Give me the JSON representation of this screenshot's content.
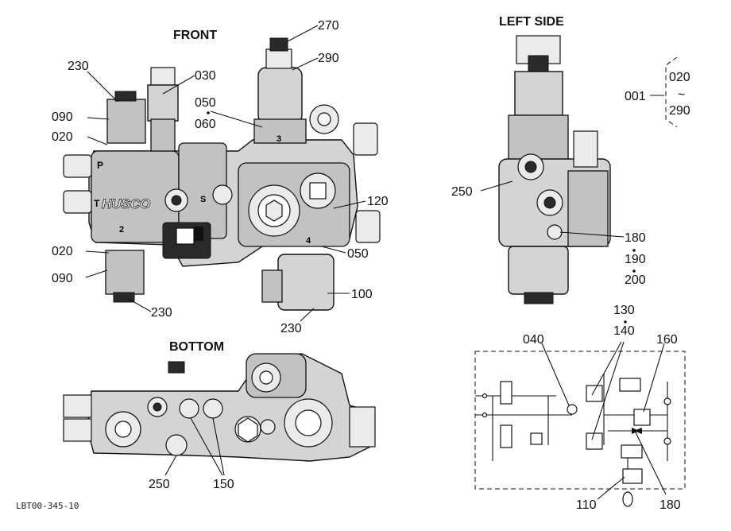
{
  "views": {
    "front": "FRONT",
    "left_side": "LEFT SIDE",
    "bottom": "BOTTOM"
  },
  "callouts": {
    "front": {
      "c230_top": "230",
      "c030": "030",
      "c090_top": "090",
      "c020_top": "020",
      "c050_a": "050",
      "c060": "060",
      "c270": "270",
      "c290": "290",
      "c120": "120",
      "c020_bot": "020",
      "c050_b": "050",
      "c090_bot": "090",
      "c230_left": "230",
      "c100": "100",
      "c230_bot": "230"
    },
    "left_side": {
      "c250": "250",
      "c180": "180",
      "c190": "190",
      "c200": "200",
      "c001": "001",
      "range_from": "020",
      "range_sep": "~",
      "range_to": "290"
    },
    "bottom": {
      "c250": "250",
      "c150": "150"
    },
    "schematic": {
      "c040": "040",
      "c130": "130",
      "c140": "140",
      "c160": "160",
      "c110": "110",
      "c180": "180"
    }
  },
  "stamped_letters": {
    "P": "P",
    "T": "T",
    "brand": "HUSCO",
    "port2": "2",
    "port3": "3",
    "port4": "4",
    "portS": "S"
  },
  "figure_code": "LBT00-345-10"
}
